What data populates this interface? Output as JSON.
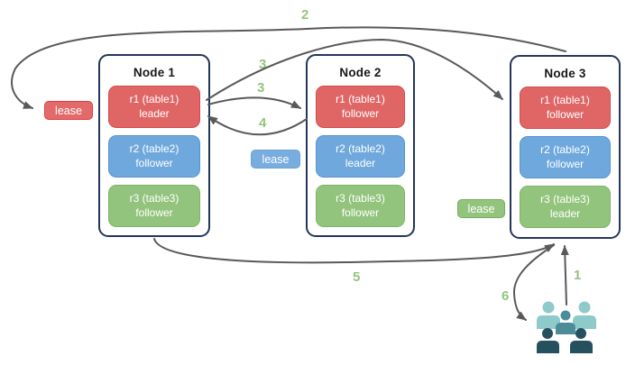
{
  "nodes": [
    {
      "title": "Node 1",
      "replicas": [
        {
          "name": "r1 (table1)",
          "role": "leader",
          "color": "red"
        },
        {
          "name": "r2 (table2)",
          "role": "follower",
          "color": "blue"
        },
        {
          "name": "r3 (table3)",
          "role": "follower",
          "color": "green"
        }
      ]
    },
    {
      "title": "Node 2",
      "replicas": [
        {
          "name": "r1 (table1)",
          "role": "follower",
          "color": "red"
        },
        {
          "name": "r2 (table2)",
          "role": "leader",
          "color": "blue"
        },
        {
          "name": "r3 (table3)",
          "role": "follower",
          "color": "green"
        }
      ]
    },
    {
      "title": "Node 3",
      "replicas": [
        {
          "name": "r1 (table1)",
          "role": "follower",
          "color": "red"
        },
        {
          "name": "r2 (table2)",
          "role": "follower",
          "color": "blue"
        },
        {
          "name": "r3 (table3)",
          "role": "leader",
          "color": "green"
        }
      ]
    }
  ],
  "leases": [
    {
      "label": "lease",
      "color": "red"
    },
    {
      "label": "lease",
      "color": "blue"
    },
    {
      "label": "lease",
      "color": "green"
    }
  ],
  "step_labels": {
    "s1": "1",
    "s2": "2",
    "s3a": "3",
    "s3b": "3",
    "s4": "4",
    "s5": "5",
    "s6": "6"
  },
  "icons": {
    "users_group": "users-group-icon"
  },
  "colors": {
    "replica_red": "#e06666",
    "replica_blue": "#6fa8dc",
    "replica_green": "#93c47d",
    "node_border": "#24365c",
    "arrow_gray": "#595959",
    "step_label_green": "#93c47d",
    "users_light_teal": "#8ecac9",
    "users_mid_teal": "#4a8c97",
    "users_dark_teal": "#25505f"
  }
}
